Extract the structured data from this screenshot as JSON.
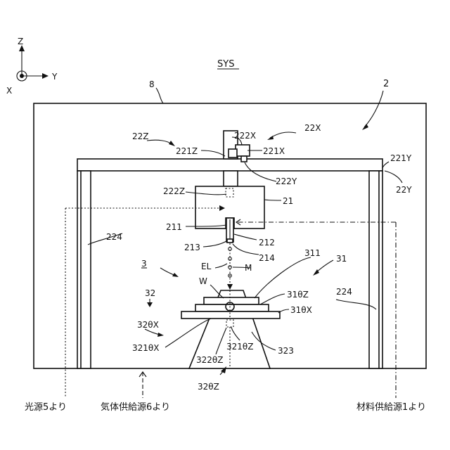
{
  "axes": {
    "z": "Z",
    "y": "Y",
    "x": "X"
  },
  "title": "SYS",
  "labels": {
    "n2": "2",
    "n8": "8",
    "n22x": "22X",
    "n22z": "22Z",
    "n222x": "222X",
    "n221z": "221Z",
    "n221x": "221X",
    "n221y": "221Y",
    "n222y": "222Y",
    "n22y": "22Y",
    "n222z": "222Z",
    "n21": "21",
    "n224l": "224",
    "n224r": "224",
    "n211": "211",
    "n212": "212",
    "n213": "213",
    "n214": "214",
    "n3": "3",
    "n311": "311",
    "n31": "31",
    "el": "EL",
    "m": "M",
    "w": "W",
    "n31tz": "31θZ",
    "n31tx": "31θX",
    "n32": "32",
    "n32tx": "32θX",
    "n321tx": "321θX",
    "n321tz": "321θZ",
    "n322tz": "322θZ",
    "n323": "323",
    "n32tz": "32θZ"
  },
  "sources": {
    "light": "光源5より",
    "gas": "気体供給源6より",
    "material": "材料供給源1より"
  }
}
